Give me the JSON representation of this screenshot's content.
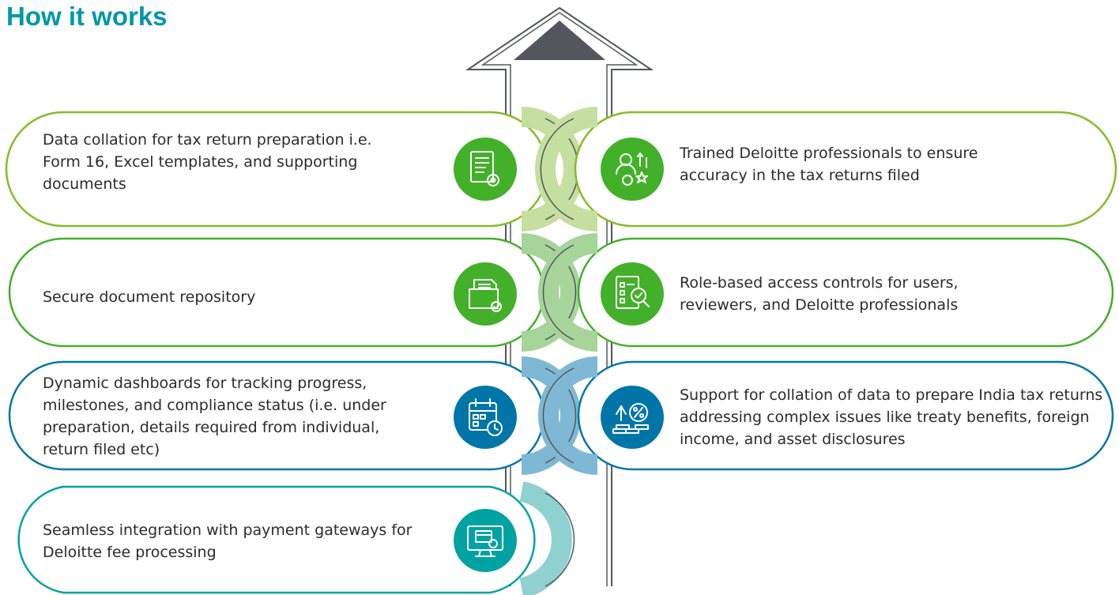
{
  "title": "How it works",
  "colors": {
    "title": "#0097a9",
    "green": "#86bc25",
    "green_mid": "#43b02a",
    "blue": "#0076a8",
    "teal": "#00a3a1",
    "arrow_head": "#53565a",
    "arrow_outline": "#53565a"
  },
  "left_items": [
    {
      "text": "Data collation for tax return preparation i.e. Form 16, Excel templates, and supporting documents",
      "icon": "document-gear-icon",
      "color": "green"
    },
    {
      "text": "Secure document repository",
      "icon": "secure-folder-icon",
      "color": "green"
    },
    {
      "text": "Dynamic dashboards for tracking progress, milestones, and compliance status (i.e. under preparation, details required from individual, return filed etc)",
      "icon": "calendar-clock-icon",
      "color": "blue"
    },
    {
      "text": "Seamless integration with payment gateways for Deloitte fee processing",
      "icon": "monitor-payment-icon",
      "color": "teal"
    }
  ],
  "right_items": [
    {
      "text": "Trained Deloitte professionals to ensure accuracy in the tax returns filed",
      "icon": "professional-gear-star-icon",
      "color": "green"
    },
    {
      "text": "Role-based access controls for users, reviewers, and Deloitte professionals",
      "icon": "document-search-icon",
      "color": "green"
    },
    {
      "text": "Support for collation of data to prepare India tax returns addressing complex issues like treaty benefits, foreign income, and asset disclosures",
      "icon": "percent-coins-icon",
      "color": "blue"
    }
  ]
}
